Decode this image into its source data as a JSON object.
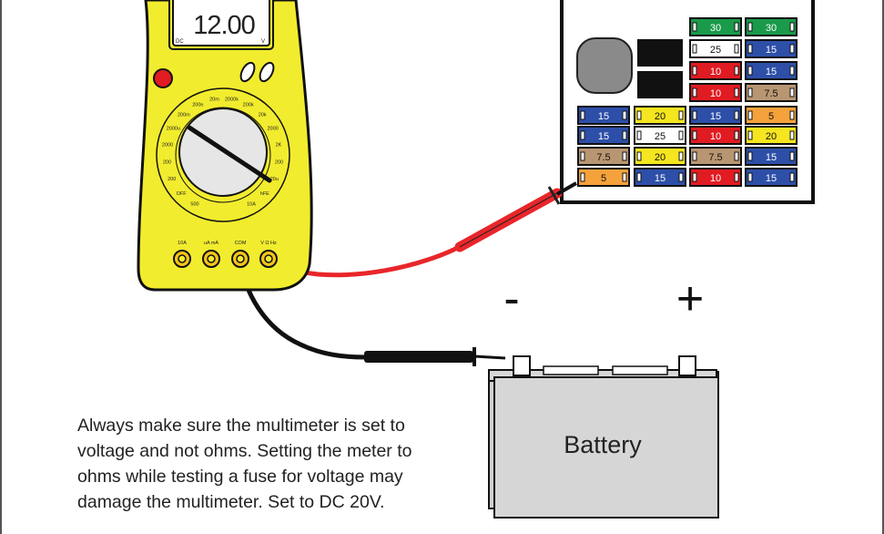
{
  "meter": {
    "display_value": "12.00",
    "display_mode": "DC",
    "display_unit": "V",
    "dial_labels": [
      "500",
      "OFF",
      "200",
      "200",
      "2000",
      "2000u",
      "200m",
      "200n",
      "20m",
      "2000k",
      "200k",
      "20k",
      "2000",
      "2K",
      "200",
      "20u",
      "hFE",
      "10A"
    ],
    "jack_labels": [
      "10A",
      "uA mA",
      "COM",
      "V Ω Hz"
    ],
    "body_color": "#f2ec2e",
    "knob_red_color": "#e11b22"
  },
  "fuse_box": {
    "fuses": [
      {
        "col": 2,
        "row": 0,
        "value": "30",
        "color": "#1a9a4b"
      },
      {
        "col": 3,
        "row": 0,
        "value": "30",
        "color": "#1a9a4b"
      },
      {
        "col": 2,
        "row": 1,
        "value": "25",
        "color": "#ffffff"
      },
      {
        "col": 3,
        "row": 1,
        "value": "15",
        "color": "#2d4fa8"
      },
      {
        "col": 2,
        "row": 2,
        "value": "10",
        "color": "#e11b22"
      },
      {
        "col": 3,
        "row": 2,
        "value": "15",
        "color": "#2d4fa8"
      },
      {
        "col": 2,
        "row": 3,
        "value": "10",
        "color": "#e11b22"
      },
      {
        "col": 3,
        "row": 3,
        "value": "7.5",
        "color": "#b99672"
      },
      {
        "col": 0,
        "row": 4,
        "value": "15",
        "color": "#2d4fa8"
      },
      {
        "col": 1,
        "row": 4,
        "value": "20",
        "color": "#f5e61f"
      },
      {
        "col": 2,
        "row": 4,
        "value": "15",
        "color": "#2d4fa8"
      },
      {
        "col": 3,
        "row": 4,
        "value": "5",
        "color": "#f5a23c"
      },
      {
        "col": 0,
        "row": 5,
        "value": "15",
        "color": "#2d4fa8"
      },
      {
        "col": 1,
        "row": 5,
        "value": "25",
        "color": "#ffffff"
      },
      {
        "col": 2,
        "row": 5,
        "value": "10",
        "color": "#e11b22"
      },
      {
        "col": 3,
        "row": 5,
        "value": "20",
        "color": "#f5e61f"
      },
      {
        "col": 0,
        "row": 6,
        "value": "7.5",
        "color": "#b99672"
      },
      {
        "col": 1,
        "row": 6,
        "value": "20",
        "color": "#f5e61f"
      },
      {
        "col": 2,
        "row": 6,
        "value": "7.5",
        "color": "#b99672"
      },
      {
        "col": 3,
        "row": 6,
        "value": "15",
        "color": "#2d4fa8"
      },
      {
        "col": 0,
        "row": 7,
        "value": "5",
        "color": "#f5a23c"
      },
      {
        "col": 1,
        "row": 7,
        "value": "15",
        "color": "#2d4fa8"
      },
      {
        "col": 2,
        "row": 7,
        "value": "10",
        "color": "#e11b22"
      },
      {
        "col": 3,
        "row": 7,
        "value": "15",
        "color": "#2d4fa8"
      }
    ]
  },
  "battery": {
    "label": "Battery",
    "negative_sign": "-",
    "positive_sign": "+"
  },
  "caption": {
    "line1": "Always make sure the multimeter is set to",
    "line2": "voltage and not ohms. Setting the meter to",
    "line3": "ohms while testing a fuse for voltage may",
    "line4": "damage the multimeter.  Set to DC 20V."
  },
  "colors": {
    "probe_red": "#e8262a",
    "probe_black": "#111111"
  }
}
